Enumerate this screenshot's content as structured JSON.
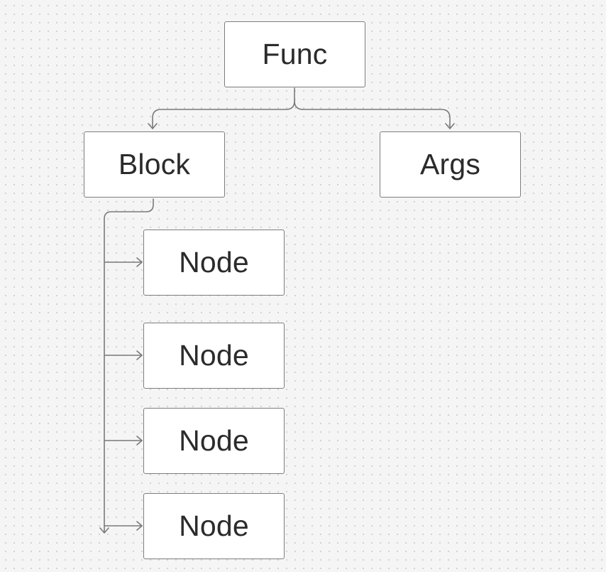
{
  "diagram": {
    "root": {
      "label": "Func"
    },
    "left_child": {
      "label": "Block"
    },
    "right_child": {
      "label": "Args"
    },
    "block_children": [
      {
        "label": "Node"
      },
      {
        "label": "Node"
      },
      {
        "label": "Node"
      },
      {
        "label": "Node"
      }
    ]
  }
}
